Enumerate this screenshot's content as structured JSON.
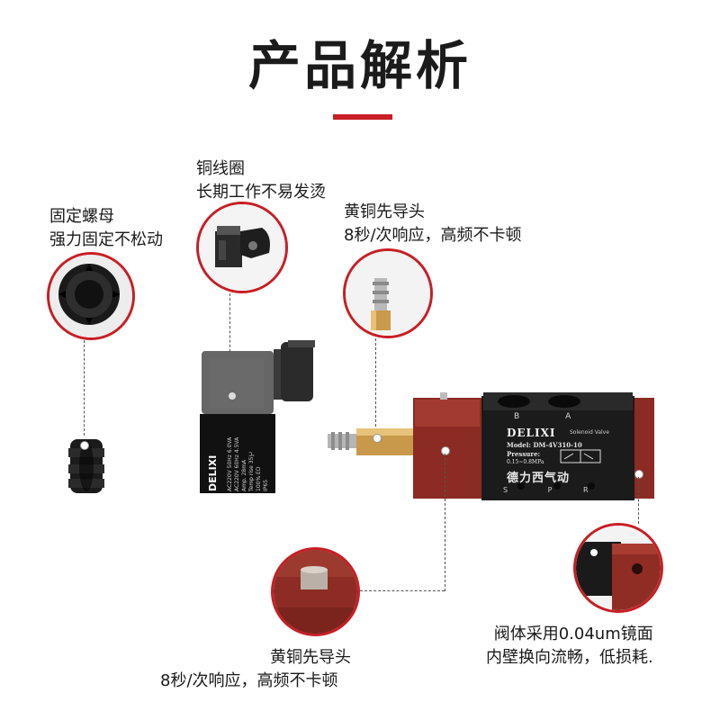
{
  "header": {
    "title": "产品解析",
    "accent_color": "#c81e25"
  },
  "callouts": {
    "nut": {
      "line1": "固定螺母",
      "line2": "强力固定不松动"
    },
    "coil": {
      "line1": "铜线圈",
      "line2": "长期工作不易发烫"
    },
    "pilot_top": {
      "line1": "黄铜先导头",
      "line2": "8秒/次响应，高频不卡顿"
    },
    "pilot_bottom": {
      "line1": "黄铜先导头",
      "line2": "8秒/次响应，高频不卡顿"
    },
    "body": {
      "line1": "阀体采用0.04um镜面",
      "line2": "内壁换向流畅，低损耗."
    }
  },
  "product": {
    "coil_brand": "DELIXI",
    "coil_specs": [
      "AC220V 50Hz 6.0VA",
      "AC220V 60Hz 4.5VA",
      "Amp. 28mA",
      "Temp rise 35℃",
      "100% ED",
      "IP65"
    ],
    "valve_brand": "DELIXI",
    "valve_subtitle": "Solenoid Valve",
    "valve_model": "Model:  DM-4V310-10",
    "valve_pressure_label": "Pressure:",
    "valve_pressure_value": "0.15~0.8MPa",
    "valve_maker_cn": "德力西气动",
    "port_top": [
      "B",
      "A"
    ],
    "port_bottom": [
      "S",
      "P",
      "R"
    ]
  }
}
